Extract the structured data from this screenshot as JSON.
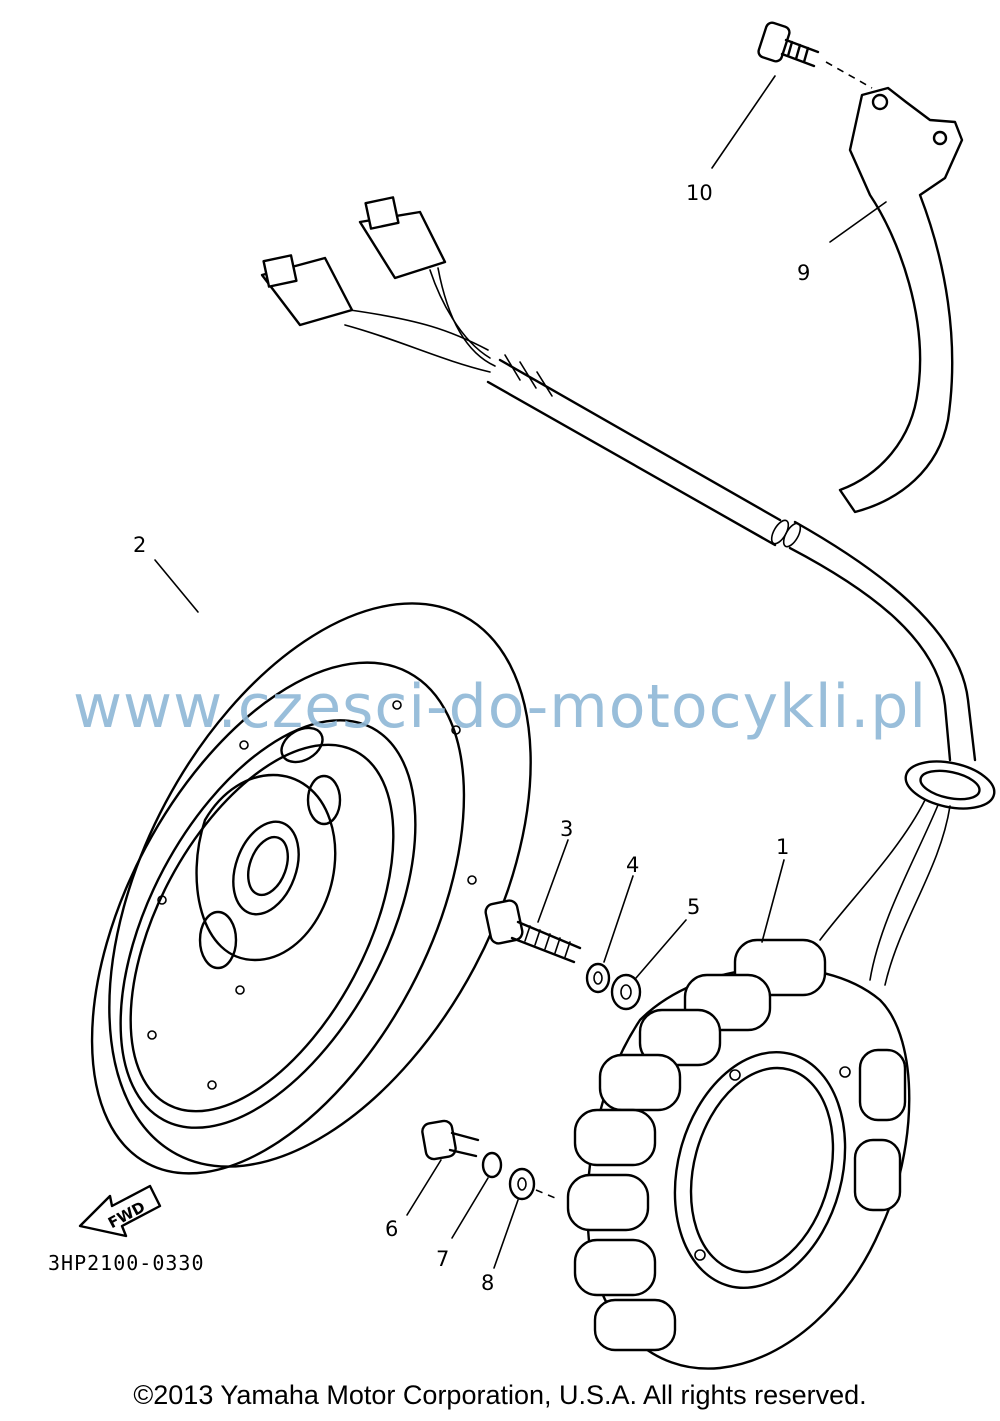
{
  "diagram": {
    "callouts": [
      "1",
      "2",
      "3",
      "4",
      "5",
      "6",
      "7",
      "8",
      "9",
      "10"
    ],
    "drawing_code": "3HP2100-0330",
    "fwd_label": "FWD"
  },
  "watermark": "www.czesci-do-motocykli.pl",
  "copyright": "©2013 Yamaha Motor Corporation, U.S.A. All rights reserved."
}
